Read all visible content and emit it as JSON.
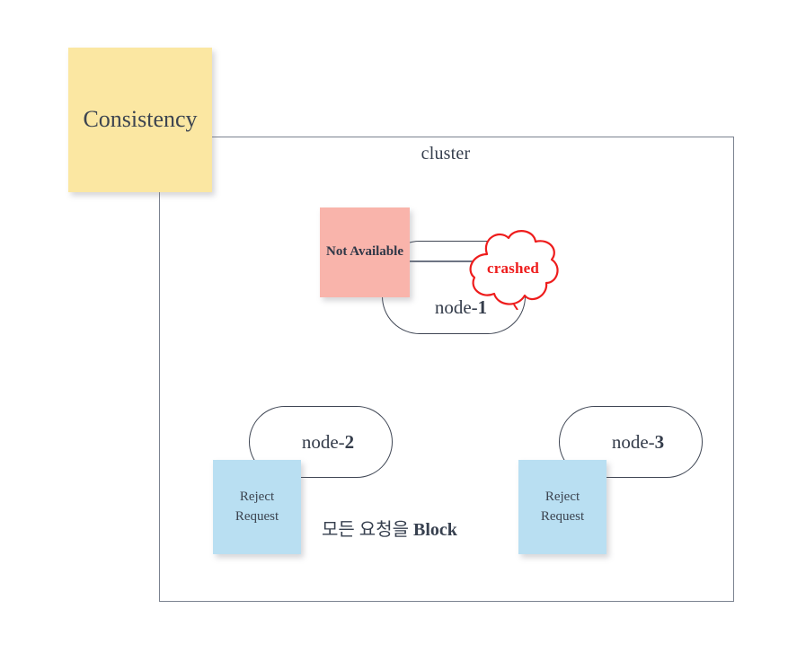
{
  "diagram": {
    "cluster": {
      "label": "cluster"
    },
    "nodes": [
      {
        "id": "node-1",
        "label_prefix": "node-",
        "label_suffix": "1",
        "status_note": "Not Available",
        "status_color": "#f9b4ab",
        "balloon": "crashed",
        "balloon_color": "#ee1c1c"
      },
      {
        "id": "node-2",
        "label_prefix": "node-",
        "label_suffix": "2",
        "status_note_line1": "Reject",
        "status_note_line2": "Request",
        "status_color": "#b9dff2"
      },
      {
        "id": "node-3",
        "label_prefix": "node-",
        "label_suffix": "3",
        "status_note_line1": "Reject",
        "status_note_line2": "Request",
        "status_color": "#b9dff2"
      }
    ],
    "consistency_note": {
      "label": "Consistency",
      "color": "#fbe7a2"
    },
    "caption": {
      "text_korean": "모든 요청을 ",
      "text_emphasis": "Block"
    }
  }
}
